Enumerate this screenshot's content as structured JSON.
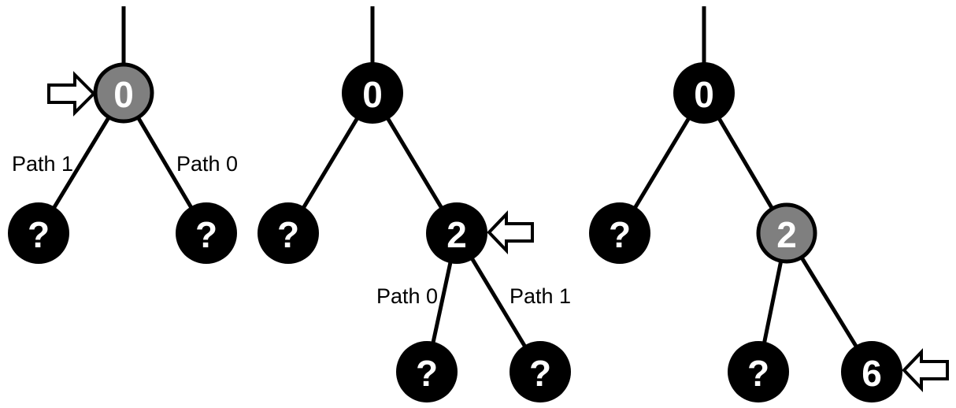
{
  "figure": {
    "background": "#ffffff",
    "colors": {
      "node_black_fill": "#000000",
      "node_gray_fill": "#7f7f7f",
      "node_outline": "#000000",
      "node_text": "#ffffff",
      "edge": "#000000",
      "path_label_text": "#000000",
      "arrow_fill": "#ffffff",
      "arrow_outline": "#000000"
    },
    "trees": [
      {
        "step": "left",
        "nodes": {
          "root": "0",
          "left_child": "?",
          "right_child": "?"
        },
        "edge_labels": {
          "left": "Path 1",
          "right": "Path 0"
        },
        "highlighted_node": "root",
        "pointer_at": "root"
      },
      {
        "step": "middle",
        "nodes": {
          "root": "0",
          "left_child": "?",
          "right_child": "2",
          "left_grandchild": "?",
          "right_grandchild": "?"
        },
        "edge_labels": {
          "left": "Path 0",
          "right": "Path 1"
        },
        "highlighted_node": "none",
        "pointer_at": "right_child"
      },
      {
        "step": "right",
        "nodes": {
          "root": "0",
          "left_child": "?",
          "right_child": "2",
          "left_grandchild": "?",
          "right_grandchild": "6"
        },
        "highlighted_node": "right_child",
        "pointer_at": "right_grandchild"
      }
    ]
  }
}
